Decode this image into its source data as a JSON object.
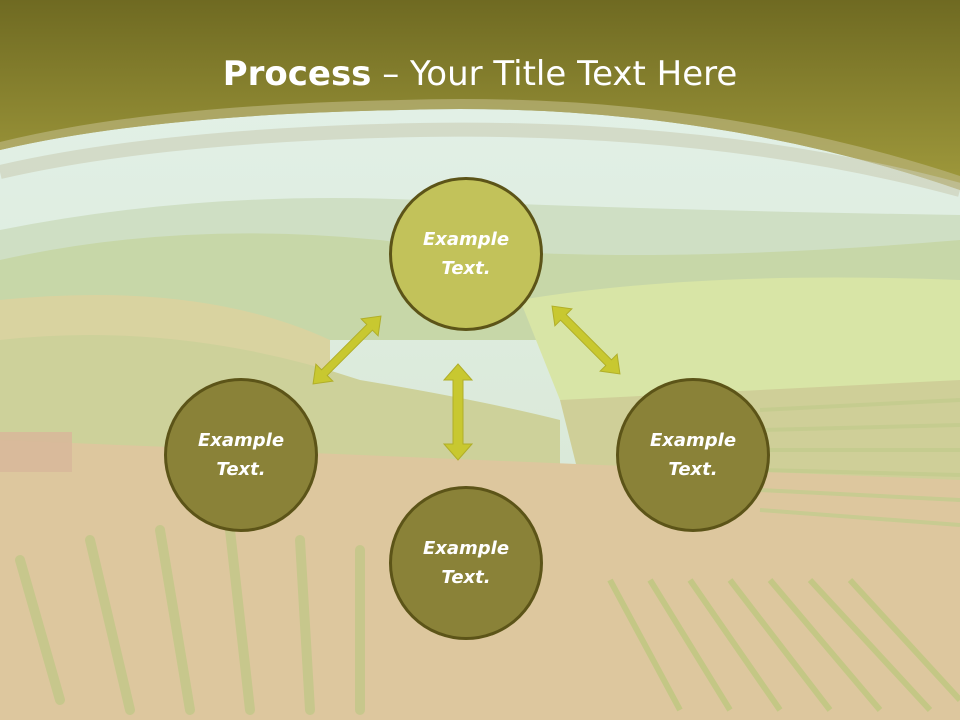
{
  "slide": {
    "title_bold": "Process",
    "title_rest": " – Your Title Text Here"
  },
  "nodes": {
    "top": "Example Text.",
    "left": "Example Text.",
    "right": "Example Text.",
    "bottom": "Example Text."
  },
  "colors": {
    "banner": "#8f8830",
    "node_light": "#c2c25a",
    "node_dark": "#8a8238",
    "node_border": "#5c5418",
    "arrow": "#c8c830"
  }
}
